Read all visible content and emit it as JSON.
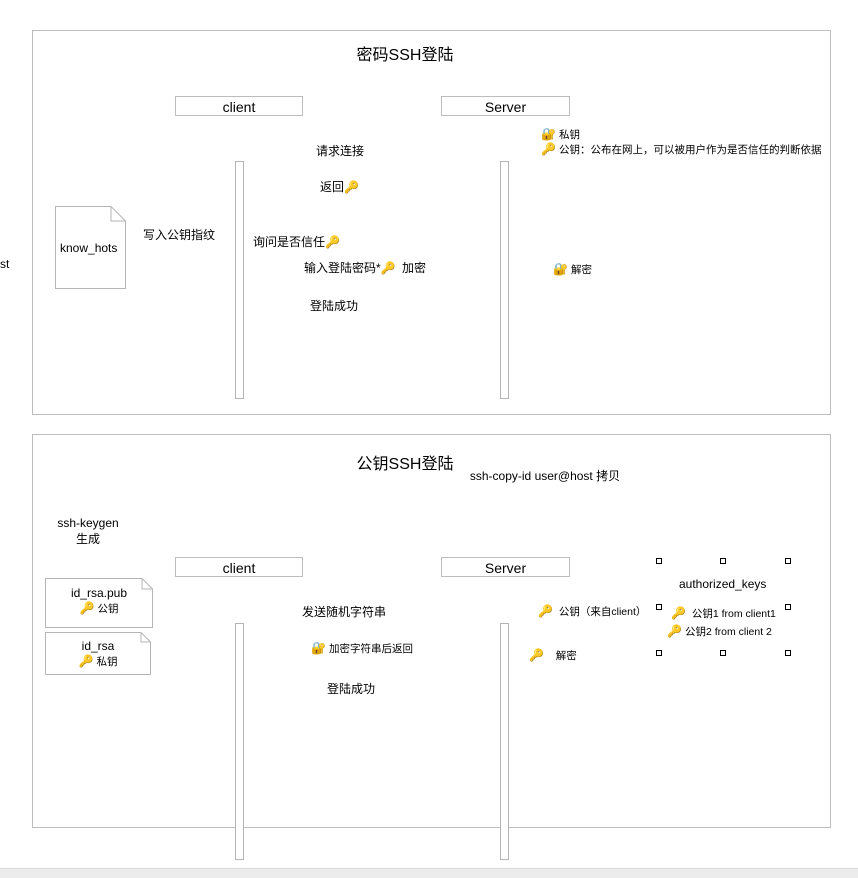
{
  "side_text": "st",
  "password_login": {
    "title": "密码SSH登陆",
    "client": "client",
    "server": "Server",
    "legend": {
      "private": "私钥",
      "public": "公钥：公布在网上，可以被用户作为是否信任的判断依据"
    },
    "msg_request": "请求连接",
    "msg_return": "返回",
    "msg_ask_trust": "询问是否信任",
    "msg_write_fingerprint": "写入公钥指纹",
    "known_hosts": "know_hots",
    "msg_send_password": "输入登陆密码*",
    "msg_encrypt": "加密",
    "msg_decrypt": "解密",
    "msg_success": "登陆成功"
  },
  "pubkey_login": {
    "title": "公钥SSH登陆",
    "copy_cloud": "ssh-copy-id user@host 拷贝",
    "keygen_cloud_line1": "ssh-keygen",
    "keygen_cloud_line2": "生成",
    "client": "client",
    "server": "Server",
    "id_rsa_pub": "id_rsa.pub",
    "id_rsa_pub_label": "公钥",
    "id_rsa": "id_rsa",
    "id_rsa_label": "私钥",
    "msg_random": "发送随机字符串",
    "msg_encrypted_return": "加密字符串后返回",
    "pubkey_from_client": "公钥（来自client）",
    "msg_decrypt": "解密",
    "msg_success": "登陆成功",
    "authorized_keys": "authorized_keys",
    "auth_key_1": "公钥1 from client1",
    "auth_key_2": "公钥2 from client 2"
  },
  "icons": {
    "key": "key-icon",
    "lock": "lock-icon"
  },
  "colors": {
    "frame": "#bdbdbd",
    "selection": "#9ec3e6",
    "key": "#e0a020",
    "lock": "#c89b2a"
  }
}
